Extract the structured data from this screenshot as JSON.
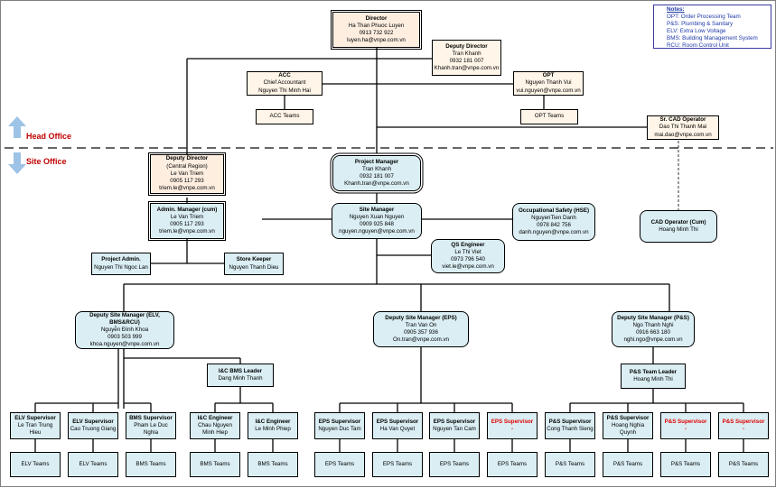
{
  "notes": {
    "title": "Notes:",
    "items": [
      "OPT: Order Processing Team",
      "P&S: Plumbing & Sanitary",
      "ELV: Extra Low Voltage",
      "BMS: Building Management System",
      "RCU: Room Control Unit"
    ]
  },
  "zones": {
    "head_office": "Head Office",
    "site_office": "Site Office"
  },
  "director": {
    "title": "Director",
    "name": "Ha Than Phuoc Luyen",
    "phone": "0913 732 922",
    "email": "luyen.ha@vnpe.com.vn"
  },
  "deputy_director": {
    "title": "Deputy Director",
    "name": "Tran Khanh",
    "phone": "0932 181 007",
    "email": "Khanh.tran@vnpe.com.vn"
  },
  "acc": {
    "title": "ACC",
    "role": "Chief Accountant",
    "name": "Nguyen Thi Minh Hai",
    "team": "ACC Teams"
  },
  "opt": {
    "title": "OPT",
    "name": "Nguyen Thanh Vui",
    "email": "vui.nguyen@vnpe.com.vn",
    "team": "OPT Teams"
  },
  "sr_cad": {
    "title": "Sr. CAD Operator",
    "name": "Dao Thi Thanh Mai",
    "email": "mai.dao@vnpe.com.vn"
  },
  "deputy_director_central": {
    "title": "Deputy Director",
    "region": "(Central Region)",
    "name": "Le Van Triem",
    "phone": "0905 117 293",
    "email": "triem.le@vnpe.com.vn"
  },
  "project_manager": {
    "title": "Project Manager",
    "name": "Tran Khanh",
    "phone": "0932 181 007",
    "email": "Khanh.tran@vnpe.com.vn"
  },
  "admin_manager": {
    "title": "Admin. Manager (cum)",
    "name": "Le Van Triem",
    "phone": "0905 117 293",
    "email": "triem.le@vnpe.com.vn"
  },
  "site_manager": {
    "title": "Site Manager",
    "name": "Nguyen Xuan Nguyen",
    "phone": "0909 925 848",
    "email": "nguyen.nguyen@vnpe.com.vn"
  },
  "hse": {
    "title": "Occupational Safety (HSE)",
    "name": "NguyenTien Danh",
    "phone": "0978 842 756",
    "email": "danh.nguyen@vnpe.com.vn"
  },
  "cad_operator": {
    "title": "CAD Operator (Cum)",
    "name": "Hoang Minh Thi"
  },
  "qs": {
    "title": "QS Engineer",
    "name": "Le Thi Viet",
    "phone": "0973 796 540",
    "email": "viet.le@vnpe.com.vn"
  },
  "project_admin": {
    "title": "Project Admin.",
    "name": "Nguyen Thi Ngoc Lan"
  },
  "store_keeper": {
    "title": "Store Keeper",
    "name": "Nguyen Thanh Dieu"
  },
  "dsm_elv": {
    "title": "Deputy Site Manager (ELV, BMS&RCU)",
    "name": "Nguyễn Đình Khoa",
    "phone": "0903 503 999",
    "email": "khoa.nguyen@vnpe.com.vn"
  },
  "dsm_eps": {
    "title": "Deputy Site Manager (EPS)",
    "name": "Tran Van On",
    "phone": "0905 357 936",
    "email": "On.tran@vnpe.com.vn"
  },
  "dsm_ps": {
    "title": "Deputy Site Manager (P&S)",
    "name": "Ngo Thanh Nghi",
    "phone": "0916 663 180",
    "email": "nghi.ngo@vnpe.com.vn"
  },
  "ic_bms_leader": {
    "title": "I&C BMS Leader",
    "name": "Dang Minh Thanh"
  },
  "ps_team_leader": {
    "title": "P&S Team Leader",
    "name": "Hoang Minh Thi"
  },
  "supervisors": [
    {
      "title": "ELV Supervisor",
      "name": "Le Tran Trung",
      "name2": "Hieu",
      "team": "ELV Teams",
      "red": false
    },
    {
      "title": "ELV Supervisor",
      "name": "Cao Truong Giang",
      "name2": "",
      "team": "ELV Teams",
      "red": false
    },
    {
      "title": "BMS Supervisor",
      "name": "Pham Le Duc",
      "name2": "Nghia",
      "team": "BMS Teams",
      "red": false
    },
    {
      "title": "I&C Engineer",
      "name": "Chau Nguyen",
      "name2": "Minh Hiep",
      "team": "BMS Teams",
      "red": false
    },
    {
      "title": "I&C Engineer",
      "name": "Le Minh Phiep",
      "name2": "",
      "team": "BMS Teams",
      "red": false
    },
    {
      "title": "EPS Supervisor",
      "name": "Nguyen Duc Tam",
      "name2": "",
      "team": "EPS Teams",
      "red": false
    },
    {
      "title": "EPS Supervisor",
      "name": "Ha Van Quyet",
      "name2": "",
      "team": "EPS Teams",
      "red": false
    },
    {
      "title": "EPS Supervisor",
      "name": "Nguyen Tan Cam",
      "name2": "",
      "team": "EPS Teams",
      "red": false
    },
    {
      "title": "EPS Supervisor",
      "name": "-",
      "name2": "",
      "team": "EPS Teams",
      "red": true
    },
    {
      "title": "P&S Supervisor",
      "name": "Cong Thanh Sieng",
      "name2": "",
      "team": "P&S Teams",
      "red": false
    },
    {
      "title": "P&S Supervisor",
      "name": "Hoang Nghia",
      "name2": "Quynh",
      "team": "P&S Teams",
      "red": false
    },
    {
      "title": "P&S Supervisor",
      "name": "-",
      "name2": "",
      "team": "P&S Teams",
      "red": true
    },
    {
      "title": "P&S Supervisor",
      "name": "-",
      "name2": "",
      "team": "P&S Teams",
      "red": true
    }
  ]
}
